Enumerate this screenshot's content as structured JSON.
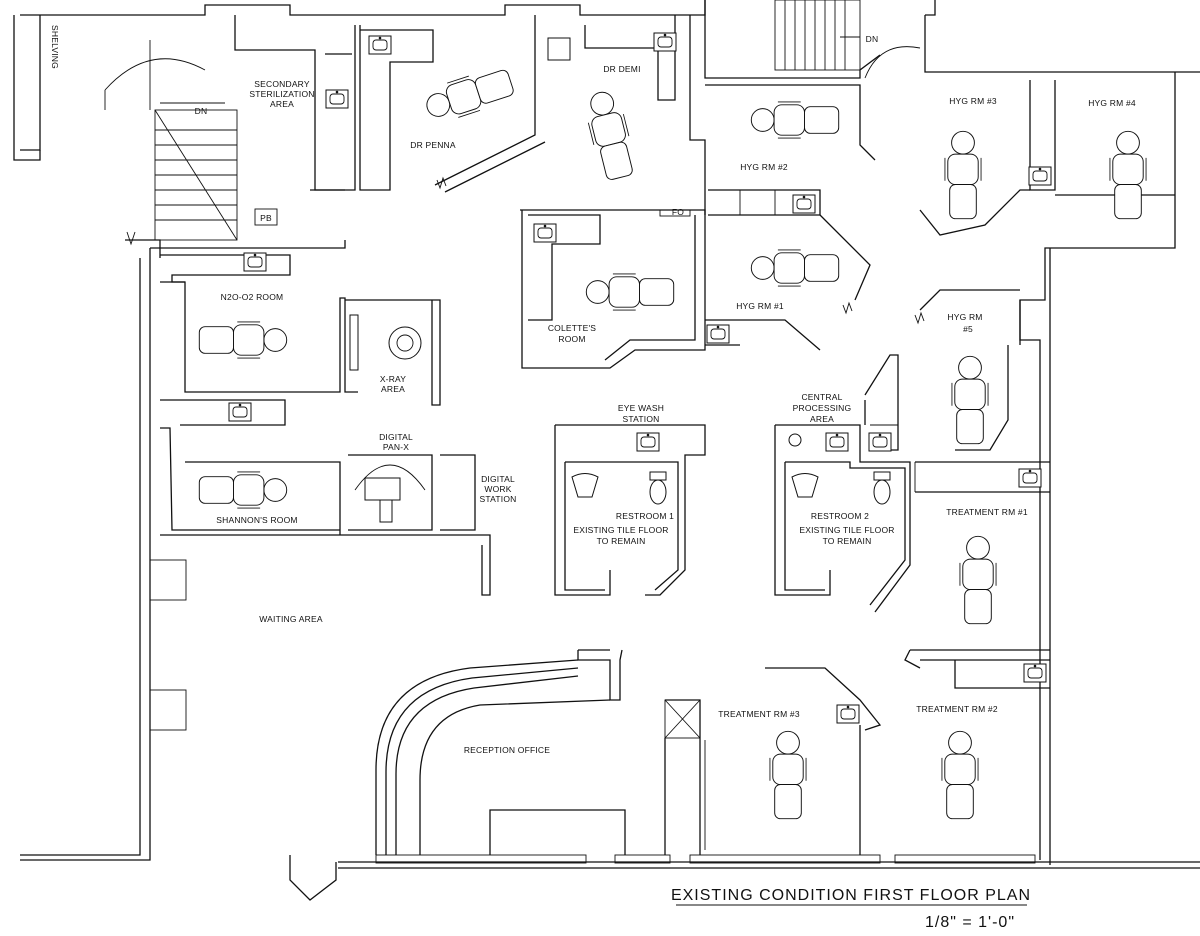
{
  "title": {
    "main": "EXISTING CONDITION FIRST FLOOR PLAN",
    "scale": "1/8\" = 1'-0\""
  },
  "rooms": {
    "secondary_sterilization": [
      "SECONDARY",
      "STERILIZATION",
      "AREA"
    ],
    "dr_penna": "DR PENNA",
    "dr_demi": "DR DEMI",
    "hyg_rm_2": "HYG RM #2",
    "hyg_rm_3": "HYG RM #3",
    "hyg_rm_4": "HYG RM #4",
    "hyg_rm_1": "HYG RM #1",
    "hyg_rm_5": [
      "HYG RM",
      "#5"
    ],
    "colettes_room": [
      "COLETTE'S",
      "ROOM"
    ],
    "n2o_room": "N2O-O2 ROOM",
    "xray_area": [
      "X-RAY",
      "AREA"
    ],
    "digital_panx": [
      "DIGITAL",
      "PAN-X"
    ],
    "digital_work_station": [
      "DIGITAL",
      "WORK",
      "STATION"
    ],
    "shannons_room": "SHANNON'S ROOM",
    "eye_wash_station": [
      "EYE WASH",
      "STATION"
    ],
    "central_processing": [
      "CENTRAL",
      "PROCESSING",
      "AREA"
    ],
    "restroom_1": [
      "RESTROOM 1",
      "EXISTING TILE FLOOR",
      "TO REMAIN"
    ],
    "restroom_2": [
      "RESTROOM 2",
      "EXISTING TILE FLOOR",
      "TO REMAIN"
    ],
    "treatment_rm_1": "TREATMENT RM #1",
    "treatment_rm_2": "TREATMENT RM #2",
    "treatment_rm_3": "TREATMENT RM #3",
    "waiting_area": "WAITING AREA",
    "reception_office": "RECEPTION OFFICE"
  },
  "annotations": {
    "shelving": "SHELVING",
    "dn_stair": "DN",
    "dn_top": "DN",
    "pb": "PB",
    "fo": "FO"
  }
}
